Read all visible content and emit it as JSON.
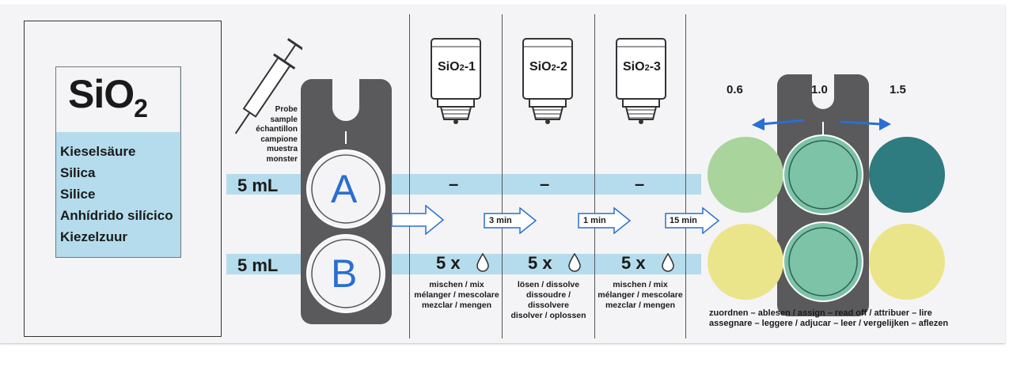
{
  "title": {
    "main": "SiO",
    "sub": "2"
  },
  "names": [
    "Kieselsäure",
    "Silica",
    "Silice",
    "Anhídrido silícico",
    "Kiezelzuur"
  ],
  "sample_labels": [
    "Probe",
    "sample",
    "échantillon",
    "campione",
    "muestra",
    "monster"
  ],
  "cells": {
    "a_volume": "5 mL",
    "b_volume": "5 mL",
    "a_letter": "A",
    "b_letter": "B"
  },
  "reagents": [
    {
      "bottle": "SiO2-1",
      "bottle_main": "SiO",
      "bottle_sub": "2",
      "bottle_suffix": "-1",
      "dash": "–",
      "drops": "5 x",
      "wait": "3 min",
      "instructions": [
        "mischen / mix",
        "mélanger / mescolare",
        "mezclar / mengen"
      ]
    },
    {
      "bottle": "SiO2-2",
      "bottle_main": "SiO",
      "bottle_sub": "2",
      "bottle_suffix": "-2",
      "dash": "–",
      "drops": "5 x",
      "wait": "1 min",
      "instructions": [
        "lösen / dissolve",
        "dissoudre / dissolvere",
        "disolver / oplossen"
      ]
    },
    {
      "bottle": "SiO2-3",
      "bottle_main": "SiO",
      "bottle_sub": "2",
      "bottle_suffix": "-3",
      "dash": "–",
      "drops": "5 x",
      "wait": "15 min",
      "instructions": [
        "mischen / mix",
        "mélanger / mescolare",
        "mezclar / mengen"
      ]
    }
  ],
  "scale": {
    "low": "0.6",
    "mid": "1.0",
    "high": "1.5"
  },
  "read_instructions": [
    "zuordnen – ablesen / assign – read off / attribuer – lire",
    "assegnare – leggere / adjucar – leer / vergelijken – aflezen"
  ],
  "colors": {
    "band": "#b5dcec",
    "accent_text": "#2a6fd1",
    "arrow": "#2a6fd1",
    "swatch_low": "#a9d49c",
    "swatch_high": "#2e7b80",
    "swatch_yellow": "#eae58a",
    "sample_result": "#7cc3a8",
    "comparator": "#5a5a5c"
  },
  "icons": [
    "syringe-icon",
    "dropper-drop-icon",
    "bottle-icon",
    "arrow-right-icon",
    "double-arrow-icon"
  ]
}
